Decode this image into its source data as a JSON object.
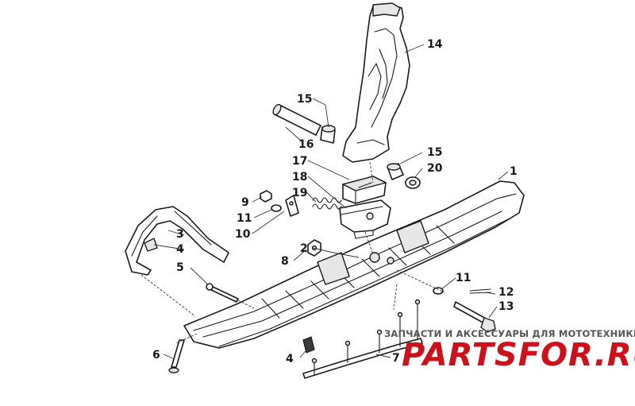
{
  "callouts": {
    "c1": "1",
    "c2": "2",
    "c3": "3",
    "c4a": "4",
    "c4b": "4",
    "c5": "5",
    "c6": "6",
    "c7": "7",
    "c8": "8",
    "c9": "9",
    "c10": "10",
    "c11a": "11",
    "c11b": "11",
    "c12": "12",
    "c13": "13",
    "c14": "14",
    "c15a": "15",
    "c15b": "15",
    "c16": "16",
    "c17": "17",
    "c18": "18",
    "c19": "19",
    "c20": "20"
  },
  "watermark": {
    "tagline": "ЗАПЧАСТИ И АКСЕССУАРЫ ДЛЯ МОТОТЕХНИКИ",
    "brand": "PARTSFOR.RU",
    "brand_color": "#d01018"
  }
}
